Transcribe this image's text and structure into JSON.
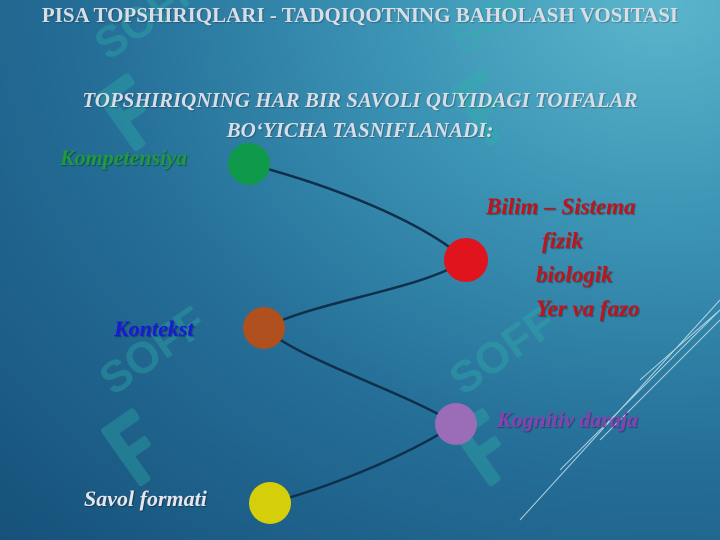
{
  "slide": {
    "title": "PISA TOPSHIRIQLARI - TADQIQOTNING BAHOLASH VOSITASI",
    "subtitle": "TOPSHIRIQNING HAR BIR SAVOLI QUYIDAGI TOIFALAR BO‘YICHA  TASNIFLANADI:"
  },
  "nodes": [
    {
      "id": "kompetensiya",
      "label": "Kompetensiya",
      "color": "#0e9a4a",
      "text_color": "#1f9a3c"
    },
    {
      "id": "bilim",
      "label": "Bilim – Sistema",
      "color": "#e0141c",
      "text_color": "#c0141a"
    },
    {
      "id": "kontekst",
      "label": "Kontekst",
      "color": "#b0501e",
      "text_color": "#1a1ad6"
    },
    {
      "id": "kognitiv",
      "label": "Kognitiv daraja",
      "color": "#9b6cb8",
      "text_color": "#8a3fb5"
    },
    {
      "id": "savol",
      "label": "Savol formati",
      "color": "#d4cf0a",
      "text_color": "#e6e6ec"
    }
  ],
  "bilim_items": [
    "Bilim – Sistema",
    "fizik",
    "biologik",
    "Yer va fazo"
  ],
  "watermark": {
    "text": "SOFF"
  },
  "connector_color": "#0f2f4a"
}
